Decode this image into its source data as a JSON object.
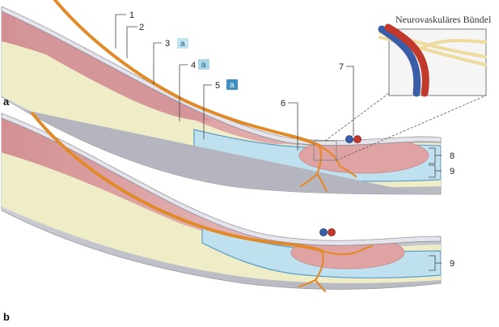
{
  "inset": {
    "title": "Neurovaskuläres Bündel"
  },
  "panels": {
    "a": "a",
    "b": "b"
  },
  "labels": {
    "l1": "1",
    "l2": "2",
    "l3": "3",
    "l4": "4",
    "l5": "5",
    "l6": "6",
    "l7": "7",
    "l8": "8",
    "l9a": "9",
    "l9b": "9"
  },
  "tags": {
    "t3": {
      "text": "a",
      "color": "#bfe3ef",
      "textColor": "#1f5a70"
    },
    "t4": {
      "text": "a",
      "color": "#a9d5e6",
      "textColor": "#1f5a70"
    },
    "t5": {
      "text": "a",
      "color": "#3f8fbf",
      "textColor": "#ffffff"
    }
  },
  "colors": {
    "skin": "#d9d9de",
    "skinEdge": "#9a9aa4",
    "fat": "#eeedc8",
    "muscle": "#d9a5a6",
    "muscleDark": "#c98d8f",
    "fascia": "#bfe0ee",
    "fasciaDark": "#5c9cc8",
    "nerve": "#e08a2a",
    "artery": "#c0392b",
    "vein": "#3a5da8"
  }
}
